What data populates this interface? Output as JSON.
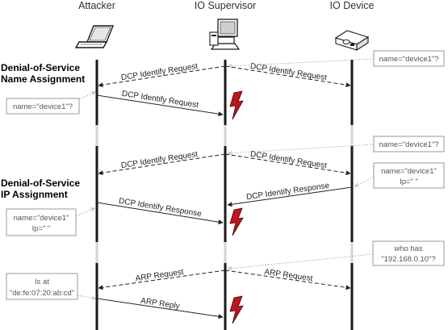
{
  "actors": [
    {
      "name": "Attacker",
      "icon": "laptop-icon"
    },
    {
      "name": "IO Supervisor",
      "icon": "workstation-icon"
    },
    {
      "name": "IO Device",
      "icon": "io-device-icon"
    }
  ],
  "sections": [
    {
      "line1": "Denial-of-Service",
      "line2": "Name Assignment"
    },
    {
      "line1": "Denial-of-Service",
      "line2": "IP Assignment"
    }
  ],
  "messages": {
    "dcp_identify_request": "DCP Identify Request",
    "dcp_identify_response": "DCP Identify Response",
    "arp_request": "ARP Request",
    "arp_reply": "ARP Reply"
  },
  "notes": {
    "name_query": "name=\"device1\"?",
    "name_device1": "name=\"device1\"",
    "ip_empty": "Ip=\" \"",
    "who_has_line1": "who has",
    "who_has_line2": "\"192.168.0.10\"?",
    "is_at_line1": "Is at",
    "is_at_line2": "\"de:fe:07:20:ab:cd\""
  },
  "colors": {
    "lifeline": "#1a1a1a",
    "lifeline_gap": "#d4d4d4",
    "arrow": "#222222",
    "note_border": "#999999",
    "attack_bolt": "#c0151e",
    "bolt_outline": "#3b0505"
  }
}
